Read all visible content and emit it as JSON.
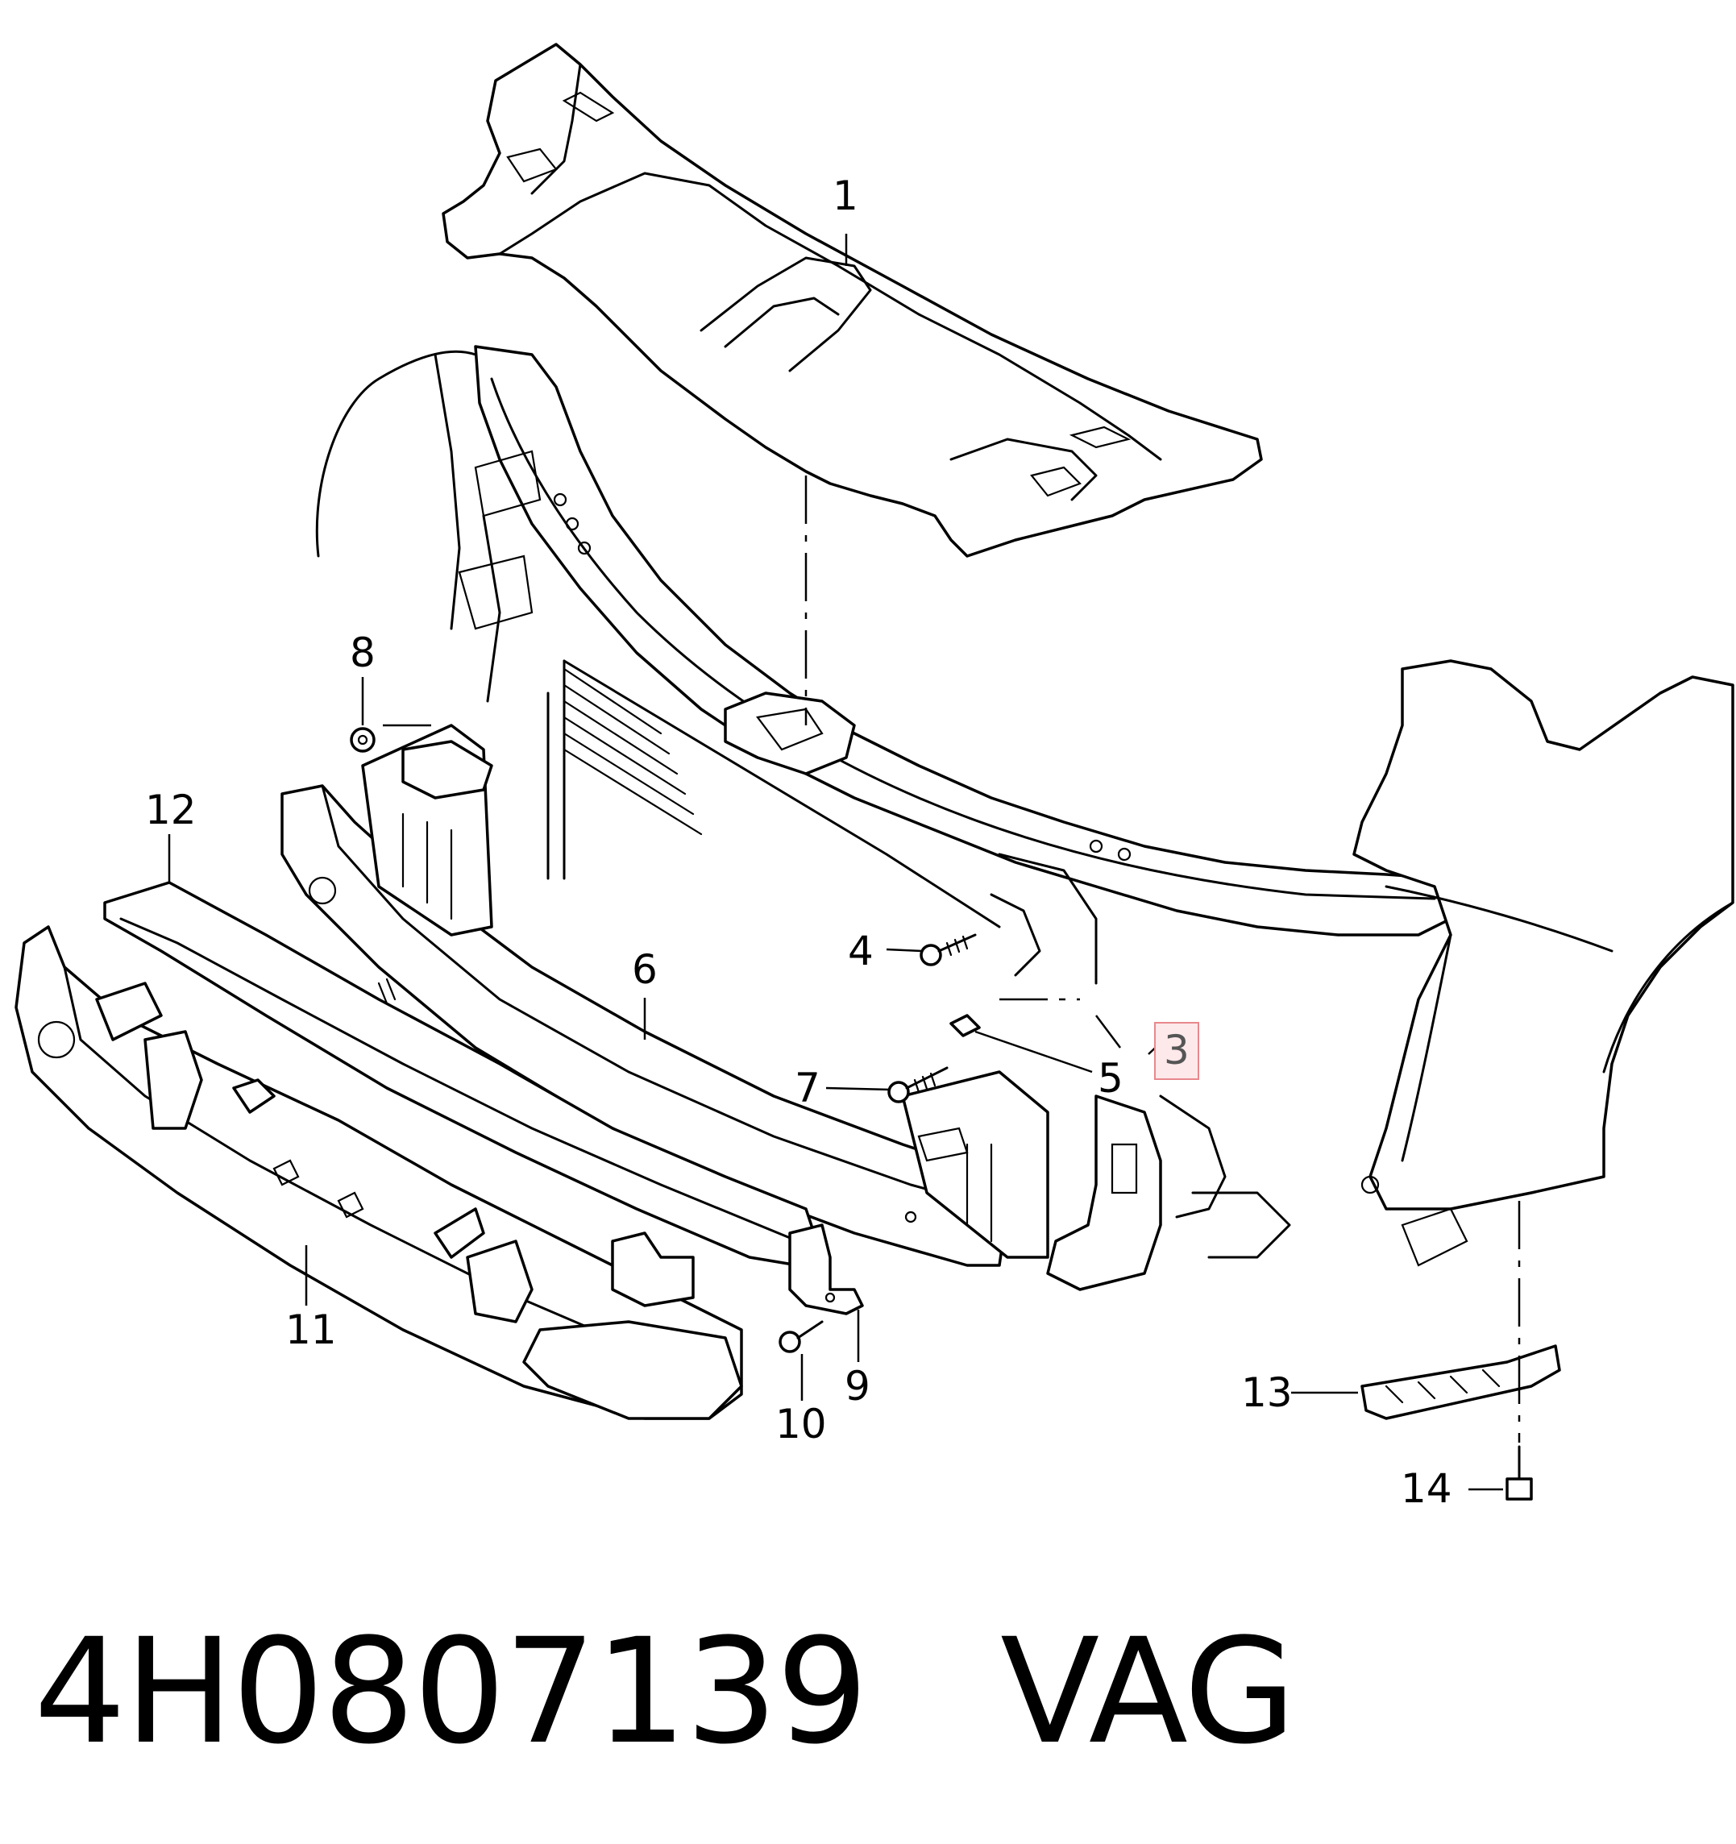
{
  "diagram": {
    "callouts": [
      {
        "id": "1",
        "label": "1"
      },
      {
        "id": "3",
        "label": "3",
        "highlighted": true
      },
      {
        "id": "4",
        "label": "4"
      },
      {
        "id": "5",
        "label": "5"
      },
      {
        "id": "6",
        "label": "6"
      },
      {
        "id": "7",
        "label": "7"
      },
      {
        "id": "8",
        "label": "8"
      },
      {
        "id": "9",
        "label": "9"
      },
      {
        "id": "10",
        "label": "10"
      },
      {
        "id": "11",
        "label": "11"
      },
      {
        "id": "12",
        "label": "12"
      },
      {
        "id": "13",
        "label": "13"
      },
      {
        "id": "14",
        "label": "14"
      }
    ],
    "colors": {
      "line": "#000000",
      "background": "#ffffff",
      "highlight_border": "#e8888c",
      "highlight_fill": "#fde8ea"
    }
  },
  "footer": {
    "part_number": "4H0807139",
    "brand": "VAG"
  }
}
